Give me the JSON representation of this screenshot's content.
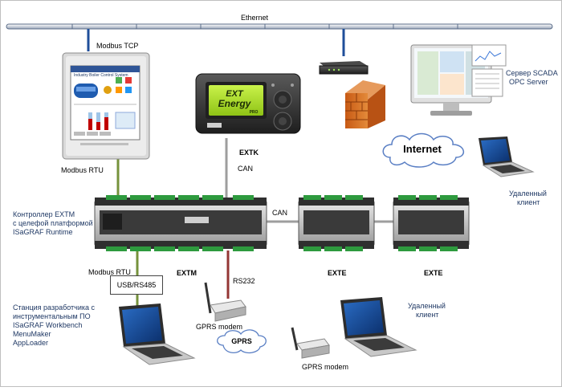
{
  "ethernet_label": "Ethernet",
  "modbus_tcp_label": "Modbus TCP",
  "modbus_rtu_top_label": "Modbus RTU",
  "modbus_rtu_bottom_label": "Modbus RTU",
  "extk_label": "EXTK",
  "can_label_1": "CAN",
  "can_label_2": "CAN",
  "extm_label": "EXTM",
  "exte_label_1": "EXTE",
  "exte_label_2": "EXTE",
  "rs232_label": "RS232",
  "usb_rs485_label": "USB/RS485",
  "controller_label": [
    "Контроллер  EXTM",
    "с целефой платформой",
    "ISaGRAF Runtime"
  ],
  "scada_label": [
    "Сервер SCADA",
    "OPC Server"
  ],
  "internet_label": "Internet",
  "remote_client_top_label": [
    "Удаленный",
    "клиент"
  ],
  "remote_client_bottom_label": [
    "Удаленный",
    "клиент"
  ],
  "dev_station_label": [
    "Станция разработчика с",
    "инструментальным ПО",
    "ISaGRAF Workbench",
    "MenuMaker",
    "AppLoader"
  ],
  "gprs_modem_left_label": "GPRS modem",
  "gprs_modem_right_label": "GPRS modem",
  "gprs_label": "GPRS",
  "hmi_screen_title": "Industry Boiler Control System",
  "keypad_brand": [
    "EXT",
    "Energy",
    "PRO"
  ],
  "colors": {
    "ethernet_bus": "#6a7d9a",
    "ethernet_drop": "#1f4e9a",
    "modbus_rtu": "#76923c",
    "can": "#9e9e9e",
    "rs232": "#943634",
    "label_text": "#1f3864"
  }
}
